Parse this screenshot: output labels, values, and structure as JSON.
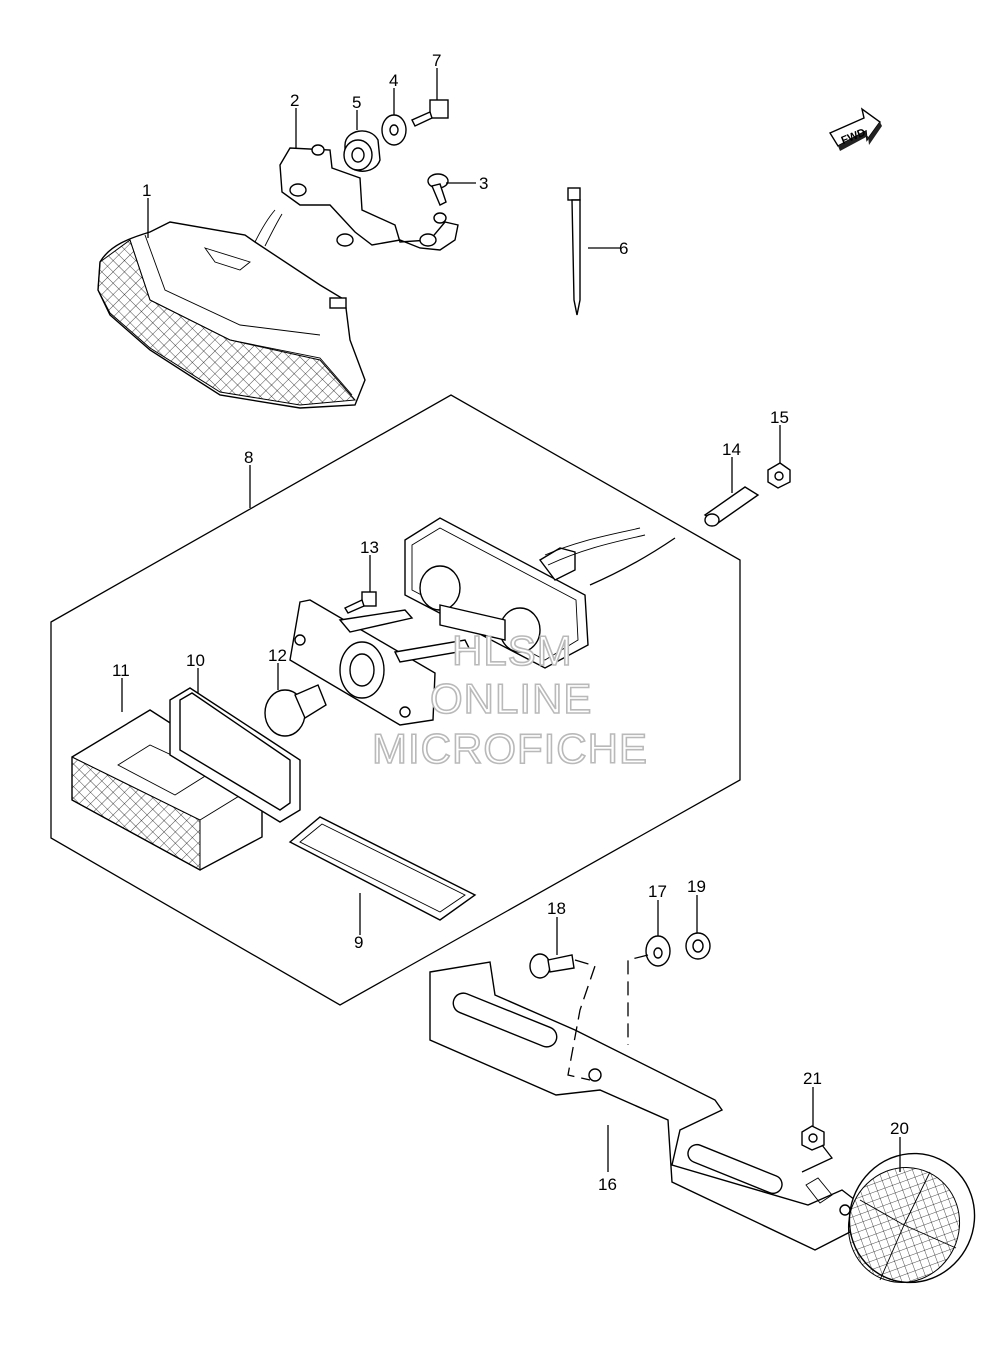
{
  "fwd_label": "FWD",
  "watermark": {
    "line1": "HLSM",
    "line2": "ONLINE",
    "line3": "MICROFICHE"
  },
  "callouts": [
    "1",
    "2",
    "3",
    "4",
    "5",
    "6",
    "7",
    "8",
    "9",
    "10",
    "11",
    "12",
    "13",
    "14",
    "15",
    "16",
    "17",
    "18",
    "19",
    "20",
    "21"
  ]
}
